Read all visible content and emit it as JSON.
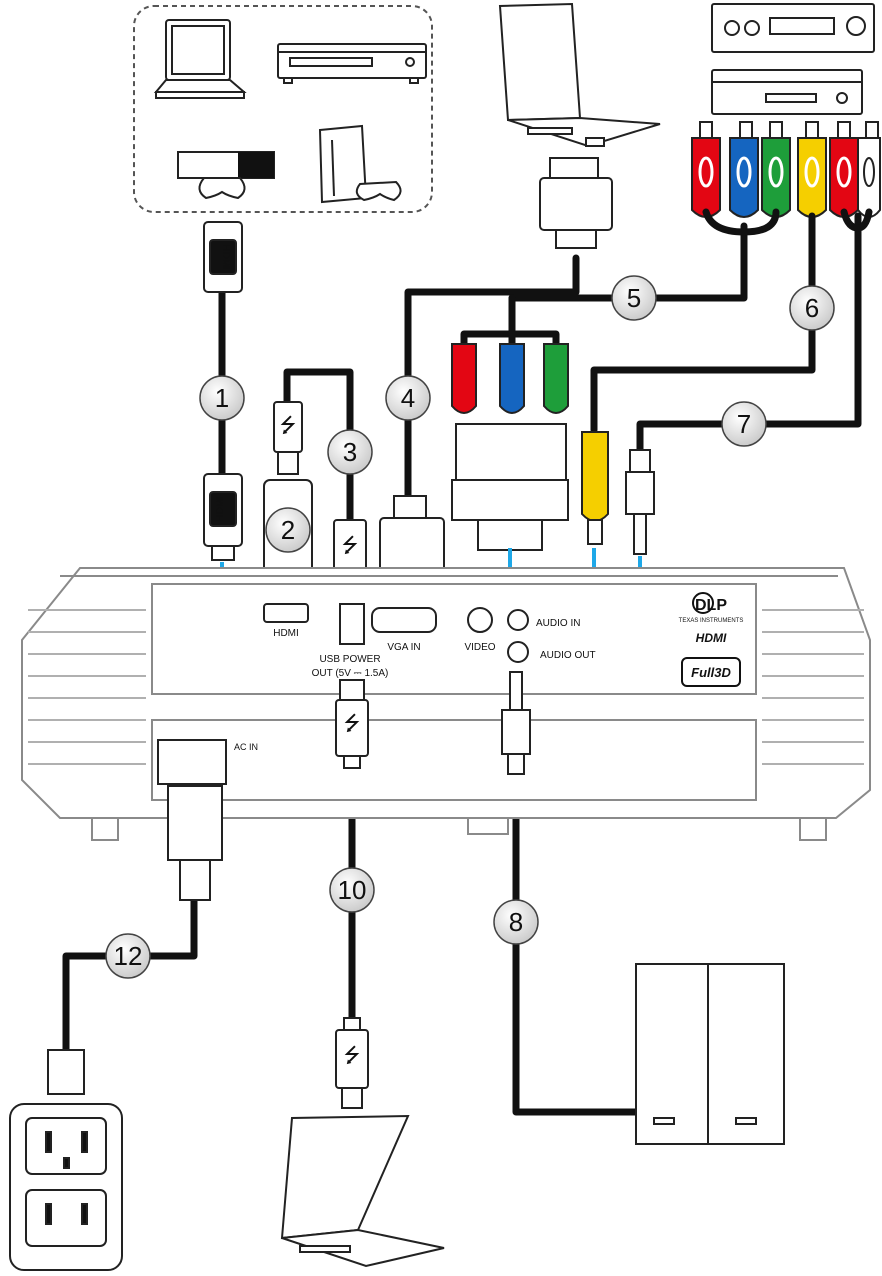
{
  "ports": {
    "hdmi": "HDMI",
    "usb_power_line1": "USB  POWER",
    "usb_power_line2": "OUT (5V ⎓ 1.5A)",
    "vga_in": "VGA  IN",
    "video": "VIDEO",
    "audio_in": "AUDIO  IN",
    "audio_out": "AUDIO  OUT",
    "ac_in": "AC IN"
  },
  "logos": {
    "dlp": "DLP",
    "texas": "TEXAS INSTRUMENTS",
    "hdmi_logo": "HDMI",
    "full3d": "Full3D"
  },
  "connector_text": {
    "hdmi_plug": "HDMI"
  },
  "callouts": [
    "1",
    "2",
    "3",
    "4",
    "5",
    "6",
    "7",
    "8",
    "10",
    "12"
  ],
  "colors": {
    "cable": "#111111",
    "signal_arrow": "#1ea8e8",
    "rca_red": "#e30613",
    "rca_blue": "#1565c0",
    "rca_green": "#1e9e3a",
    "rca_yellow": "#f5cf00",
    "rca_white": "#ffffff",
    "callout_fill": "#e6e6e6"
  }
}
